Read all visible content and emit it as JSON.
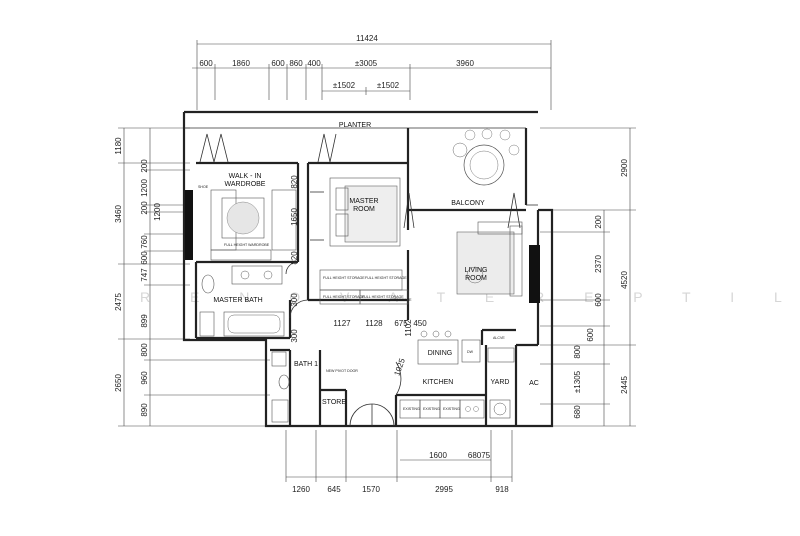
{
  "dimensions": {
    "top_total": "11424",
    "top": [
      "600",
      "1860",
      "600",
      "860",
      "400",
      "±3005",
      "3960"
    ],
    "top_sub": [
      "±1502",
      "±1502"
    ],
    "left_outer": [
      "1180",
      "3460",
      "2475",
      "2650"
    ],
    "left_inner": [
      "200",
      "1200",
      "200",
      "1200",
      "760",
      "600",
      "747",
      "899",
      "800",
      "960",
      "890"
    ],
    "right_outer": [
      "2900",
      "4520",
      "2445"
    ],
    "right_inner": [
      "200",
      "2370",
      "600",
      "600",
      "800",
      "±1305",
      "680"
    ],
    "bottom": [
      "1260",
      "645",
      "1570",
      "2995",
      "918"
    ],
    "bottom_sub": [
      "1600",
      "68075"
    ],
    "interior": [
      "1127",
      "1128",
      "675",
      "450",
      "1102",
      "1025",
      "820",
      "1650",
      "820",
      "300",
      "300"
    ]
  },
  "rooms": {
    "planter": "PLANTER",
    "walk_in_wardrobe": "WALK-IN\nWARDROBE",
    "master_room": "MASTER\nROOM",
    "balcony": "BALCONY",
    "living_room": "LIVING\nROOM",
    "master_bath": "MASTER BATH",
    "bath1": "BATH 1",
    "dining": "DINING",
    "kitchen": "KITCHEN",
    "yard": "YARD",
    "store": "STORE",
    "ac": "AC"
  },
  "notes": {
    "full_height_storage": "FULL HEIGHT STORAGE",
    "storage": "STORAGE",
    "full_height_wardrobe": "FULL HEIGHT WARDROBE",
    "new_pivot_door": "NEW PIVOT DOOR",
    "existing": "EXISTING",
    "dw": "DW",
    "alcove": "ALCVE",
    "shoe": "SHOE"
  },
  "watermark": "R E N O V A T E   R E P T I L E"
}
